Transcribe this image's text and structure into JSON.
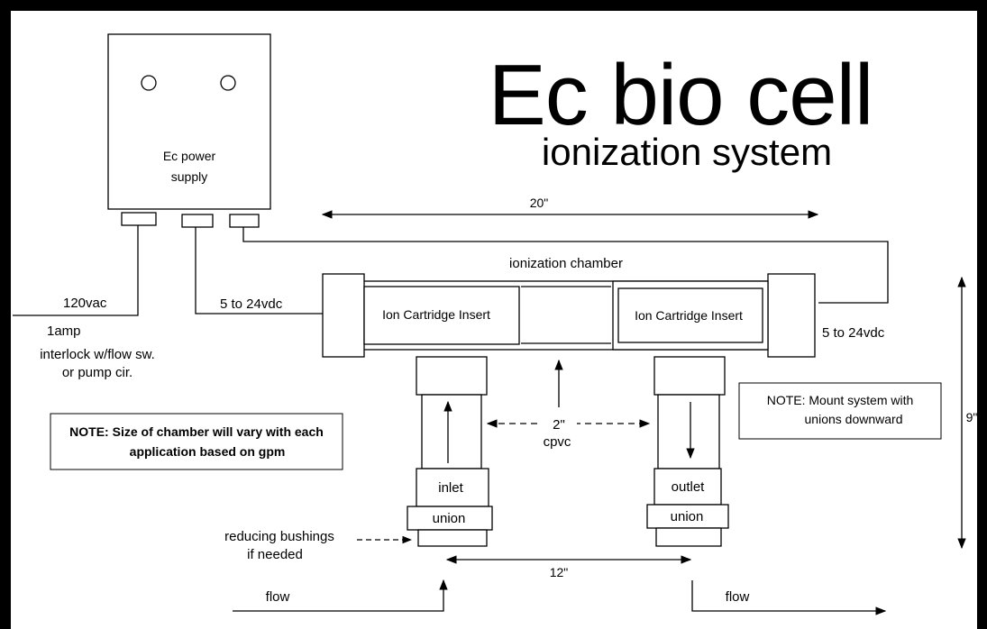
{
  "title": "Ec bio cell",
  "subtitle": "ionization system",
  "power_supply": {
    "label_line1": "Ec power",
    "label_line2": "supply"
  },
  "dimensions": {
    "width_20": "20\"",
    "height_9": "9\"",
    "pipe_2": "2\"",
    "pipe_material": "cpvc",
    "spacing_12": "12\""
  },
  "chamber": {
    "label": "ionization chamber",
    "left_insert": "Ion Cartridge Insert",
    "right_insert": "Ion Cartridge Insert"
  },
  "electrical": {
    "input_voltage": "120vac",
    "input_current": "1amp",
    "interlock_line1": "interlock w/flow sw.",
    "interlock_line2": "or pump cir.",
    "left_output": "5 to 24vdc",
    "right_output": "5 to 24vdc"
  },
  "plumbing": {
    "inlet": "inlet",
    "outlet": "outlet",
    "union_left": "union",
    "union_right": "union",
    "bushing_line1": "reducing bushings",
    "bushing_line2": "if needed",
    "flow_left": "flow",
    "flow_right": "flow"
  },
  "notes": {
    "size_line1": "NOTE:  Size of chamber will vary with each",
    "size_line2": "application based on gpm",
    "mount_line1": "NOTE:  Mount system with",
    "mount_line2": "unions downward"
  }
}
